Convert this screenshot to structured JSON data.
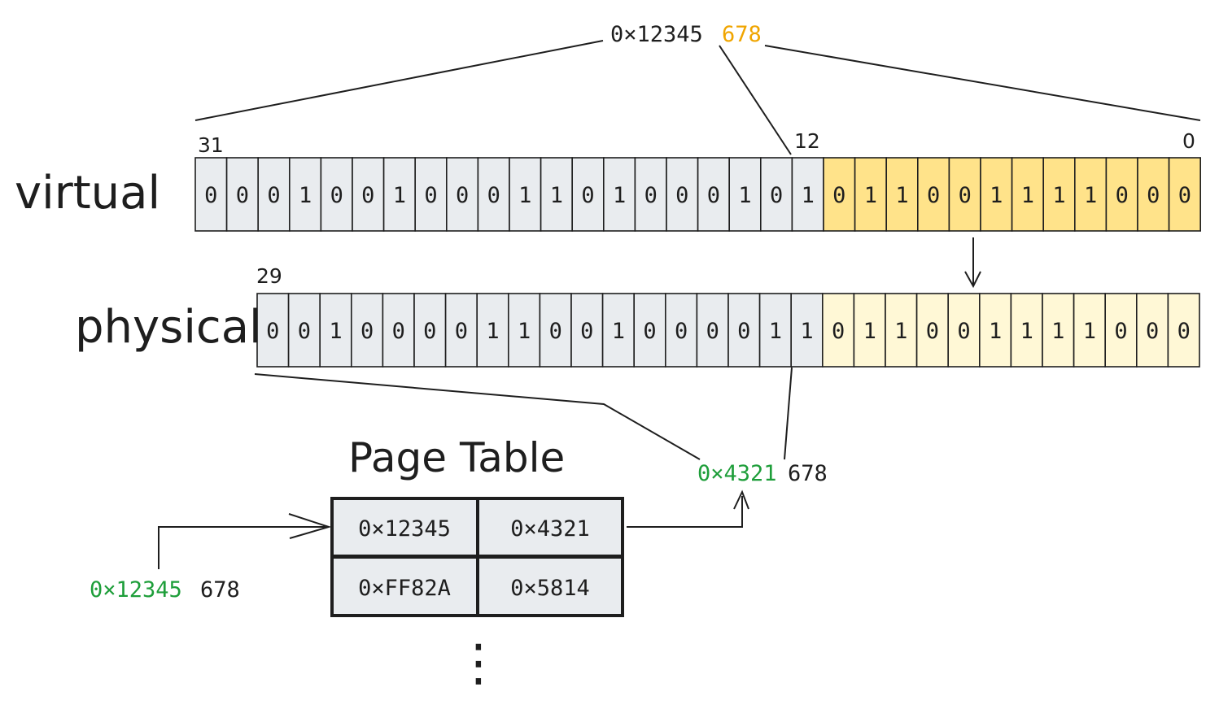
{
  "virtual_address": {
    "page": "0×12345",
    "offset": "678"
  },
  "virtual": {
    "label": "virtual",
    "bit_labels": {
      "high": "31",
      "split": "12",
      "low": "0"
    },
    "bits": [
      "0",
      "0",
      "0",
      "1",
      "0",
      "0",
      "1",
      "0",
      "0",
      "0",
      "1",
      "1",
      "0",
      "1",
      "0",
      "0",
      "0",
      "1",
      "0",
      "1",
      "0",
      "1",
      "1",
      "0",
      "0",
      "1",
      "1",
      "1",
      "1",
      "0",
      "0",
      "0"
    ]
  },
  "physical": {
    "label": "physical",
    "bit_labels": {
      "high": "29"
    },
    "bits": [
      "0",
      "0",
      "1",
      "0",
      "0",
      "0",
      "0",
      "1",
      "1",
      "0",
      "0",
      "1",
      "0",
      "0",
      "0",
      "0",
      "1",
      "1",
      "0",
      "1",
      "1",
      "0",
      "0",
      "1",
      "1",
      "1",
      "1",
      "0",
      "0",
      "0"
    ]
  },
  "page_table": {
    "title": "Page Table",
    "rows": [
      {
        "virtual": "0×12345",
        "physical": "0×4321"
      },
      {
        "virtual": "0×FF82A",
        "physical": "0×5814"
      }
    ],
    "more": "⋮"
  },
  "lookup_address": {
    "page": "0×12345",
    "offset": "678"
  },
  "physical_address": {
    "frame": "0×4321",
    "offset": "678"
  },
  "colors": {
    "cell_gray": "#e9ecef",
    "cell_yellow": "#ffe38a",
    "cell_light_yellow": "#fff8d6",
    "orange": "#f0a500",
    "green": "#1e9e3a",
    "ink": "#1e1e1e"
  }
}
